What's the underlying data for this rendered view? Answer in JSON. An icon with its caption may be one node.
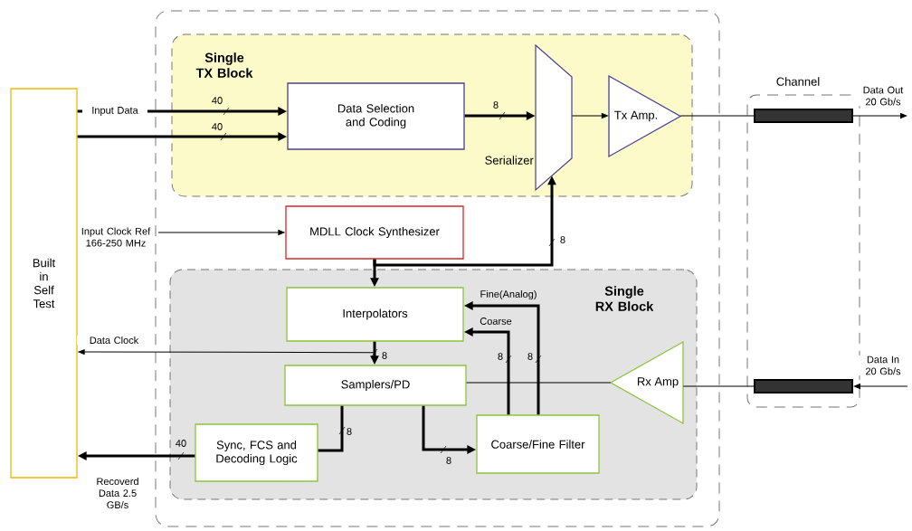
{
  "diagram": {
    "nodes": [
      {
        "text": [],
        "shape": "box"
      },
      {
        "text": [
          "Single TX Block"
        ],
        "in": 0
      },
      {
        "text": [
          "Data Selection and Coding"
        ],
        "in": 1
      },
      {
        "text": [
          "Serializer"
        ],
        "in": 1
      },
      {
        "text": [
          "Tx Amp."
        ],
        "in": 1
      },
      {
        "text": [
          "MDLL Clock Synthesizer"
        ],
        "in": 0
      },
      {
        "text": [
          "Single RX Block"
        ],
        "in": 0
      },
      {
        "text": [
          "Interpolators"
        ],
        "in": 6
      },
      {
        "text": [
          "Samplers/PD"
        ],
        "in": 6
      },
      {
        "text": [
          "Sync, FCS and Decoding Logic"
        ],
        "in": 6
      },
      {
        "text": [
          "Coarse/Fine Filter"
        ],
        "in": 6
      },
      {
        "text": [
          "Rx Amp"
        ],
        "in": 6
      },
      {
        "text": [
          "Built in Self Test"
        ]
      },
      {
        "text": [
          "Channel"
        ]
      },
      {
        "text": [],
        "shape": "bar",
        "in": 13
      },
      {
        "text": [],
        "shape": "bar",
        "in": 13
      }
    ],
    "edges": [
      {
        "from": 12,
        "to": 2,
        "arrow": "to",
        "label": "Input Data"
      },
      {
        "from": 12,
        "to": 2,
        "arrow": "to"
      },
      {
        "from": 2,
        "to": 3,
        "arrow": "to"
      },
      {
        "from": 3,
        "to": 4,
        "arrow": "to"
      },
      {
        "from": 4,
        "to": 14,
        "arrow": "none"
      },
      {
        "from": 14,
        "to": null,
        "arrow": "to",
        "label": "Data Out 20 Gb/s"
      },
      {
        "from": null,
        "to": 5,
        "arrow": "to",
        "label": "Input Clock Ref 166-250 MHz"
      },
      {
        "from": 5,
        "to": 3,
        "arrow": "to"
      },
      {
        "from": 5,
        "to": 7,
        "arrow": "to"
      },
      {
        "from": 7,
        "to": 8,
        "arrow": "to"
      },
      {
        "from": 7,
        "to": 12,
        "arrow": "to",
        "label": "Data Clock"
      },
      {
        "from": 8,
        "to": 9,
        "arrow": "none"
      },
      {
        "from": 8,
        "to": 10,
        "arrow": "to"
      },
      {
        "from": 10,
        "to": 7,
        "arrow": "to",
        "label": "Coarse"
      },
      {
        "from": 10,
        "to": 7,
        "arrow": "to",
        "label": "Fine(Analog)"
      },
      {
        "from": 11,
        "to": 8,
        "arrow": "none"
      },
      {
        "from": 15,
        "to": 11,
        "arrow": "none"
      },
      {
        "from": null,
        "to": 15,
        "arrow": "to",
        "label": "Data In 20 Gb/s"
      },
      {
        "from": 9,
        "to": 12,
        "arrow": "to",
        "label": "Recoverd Data 2.5 GB/s"
      }
    ],
    "labels": [
      "40",
      "40",
      "8",
      "8",
      "8",
      "8",
      "8",
      "8",
      "8",
      "40"
    ]
  }
}
